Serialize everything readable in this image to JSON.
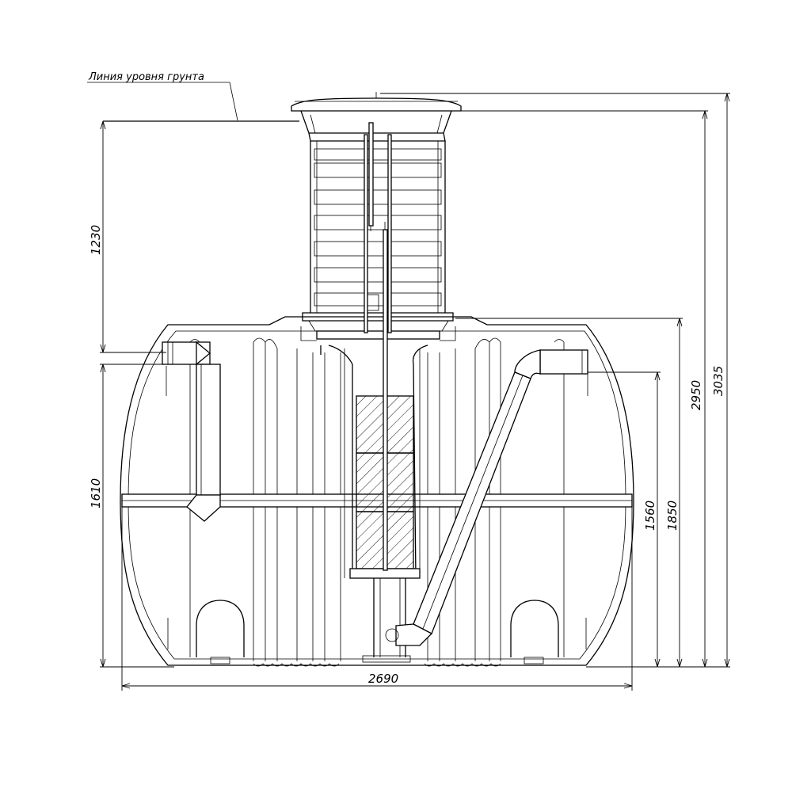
{
  "ground_label": "Линия уровня грунта",
  "dimensions": {
    "width": "2690",
    "left_upper": "1230",
    "left_lower": "1610",
    "right_1560": "1560",
    "right_1850": "1850",
    "right_2950": "2950",
    "right_3035": "3035"
  }
}
